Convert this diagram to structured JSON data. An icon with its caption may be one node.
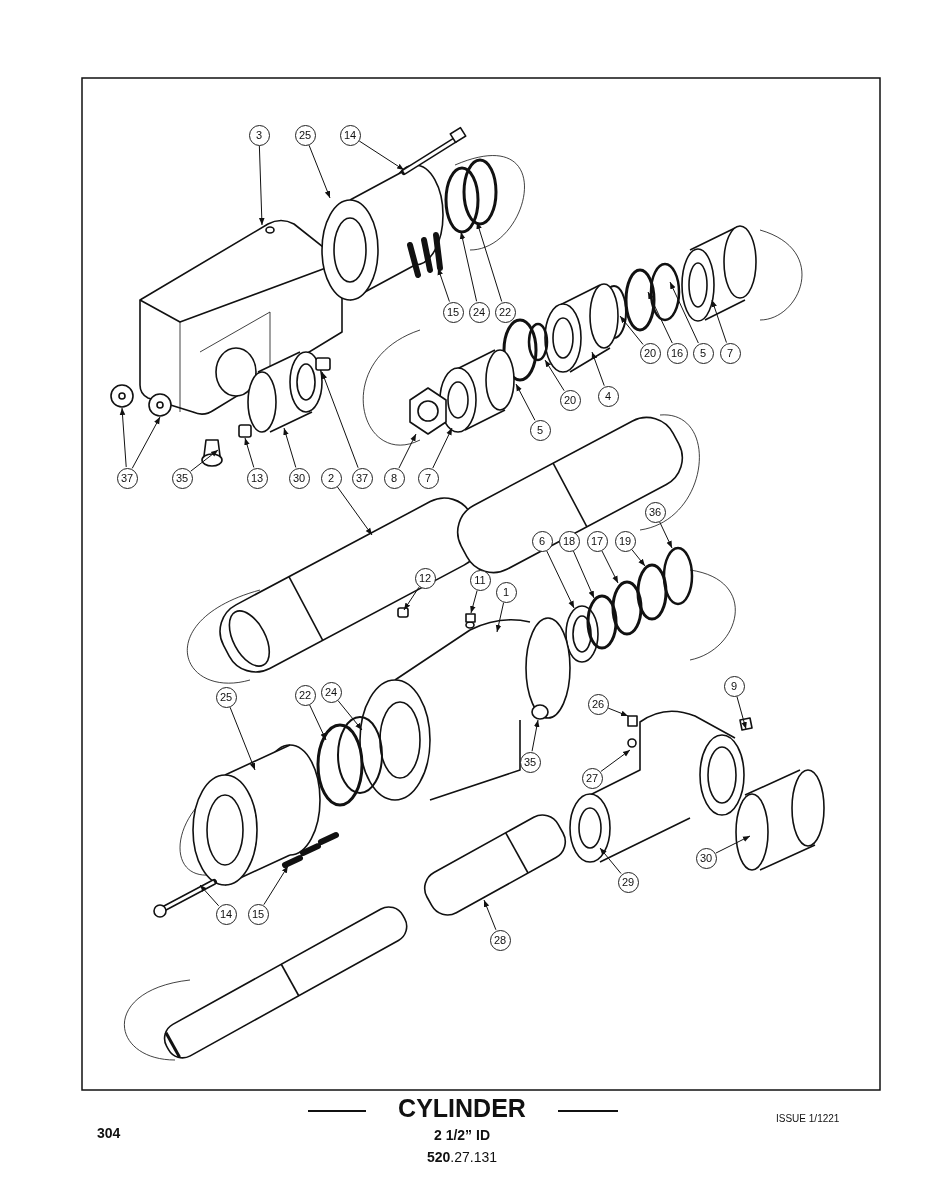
{
  "diagram": {
    "title": "CYLINDER",
    "nodes": [
      {
        "text": [
          "3"
        ]
      },
      {
        "text": [
          "25"
        ]
      },
      {
        "text": [
          "14"
        ]
      },
      {
        "text": [
          "15"
        ]
      },
      {
        "text": [
          "24"
        ]
      },
      {
        "text": [
          "22"
        ]
      },
      {
        "text": [
          "20"
        ]
      },
      {
        "text": [
          "16"
        ]
      },
      {
        "text": [
          "5"
        ]
      },
      {
        "text": [
          "7"
        ]
      },
      {
        "text": [
          "20"
        ]
      },
      {
        "text": [
          "4"
        ]
      },
      {
        "text": [
          "5"
        ]
      },
      {
        "text": [
          "37"
        ]
      },
      {
        "text": [
          "35"
        ]
      },
      {
        "text": [
          "13"
        ]
      },
      {
        "text": [
          "30"
        ]
      },
      {
        "text": [
          "2"
        ]
      },
      {
        "text": [
          "37"
        ]
      },
      {
        "text": [
          "8"
        ]
      },
      {
        "text": [
          "7"
        ]
      },
      {
        "text": [
          "36"
        ]
      },
      {
        "text": [
          "6"
        ]
      },
      {
        "text": [
          "18"
        ]
      },
      {
        "text": [
          "17"
        ]
      },
      {
        "text": [
          "19"
        ]
      },
      {
        "text": [
          "12"
        ]
      },
      {
        "text": [
          "11"
        ]
      },
      {
        "text": [
          "1"
        ]
      },
      {
        "text": [
          "25"
        ]
      },
      {
        "text": [
          "22"
        ]
      },
      {
        "text": [
          "24"
        ]
      },
      {
        "text": [
          "9"
        ]
      },
      {
        "text": [
          "26"
        ]
      },
      {
        "text": [
          "27"
        ]
      },
      {
        "text": [
          "35"
        ]
      },
      {
        "text": [
          "29"
        ]
      },
      {
        "text": [
          "30"
        ]
      },
      {
        "text": [
          "14"
        ]
      },
      {
        "text": [
          "15"
        ]
      },
      {
        "text": [
          "28"
        ]
      }
    ],
    "edges": [
      {
        "from": 0,
        "to": null,
        "arrow": "to"
      },
      {
        "from": 1,
        "to": null,
        "arrow": "to"
      },
      {
        "from": 2,
        "to": null,
        "arrow": "to"
      },
      {
        "from": 3,
        "to": null,
        "arrow": "to"
      },
      {
        "from": 4,
        "to": null,
        "arrow": "to"
      },
      {
        "from": 5,
        "to": null,
        "arrow": "to"
      },
      {
        "from": 6,
        "to": null,
        "arrow": "to"
      },
      {
        "from": 7,
        "to": null,
        "arrow": "to"
      },
      {
        "from": 8,
        "to": null,
        "arrow": "to"
      },
      {
        "from": 9,
        "to": null,
        "arrow": "to"
      },
      {
        "from": 10,
        "to": null,
        "arrow": "to"
      },
      {
        "from": 11,
        "to": null,
        "arrow": "to"
      },
      {
        "from": 12,
        "to": null,
        "arrow": "to"
      },
      {
        "from": 13,
        "to": null,
        "arrow": "to"
      },
      {
        "from": 13,
        "to": null,
        "arrow": "to"
      },
      {
        "from": 14,
        "to": null,
        "arrow": "to"
      },
      {
        "from": 15,
        "to": null,
        "arrow": "to"
      },
      {
        "from": 16,
        "to": null,
        "arrow": "to"
      },
      {
        "from": 17,
        "to": null,
        "arrow": "to"
      },
      {
        "from": 18,
        "to": null,
        "arrow": "to"
      },
      {
        "from": 19,
        "to": null,
        "arrow": "to"
      },
      {
        "from": 20,
        "to": null,
        "arrow": "to"
      },
      {
        "from": 21,
        "to": null,
        "arrow": "to"
      },
      {
        "from": 22,
        "to": null,
        "arrow": "to"
      },
      {
        "from": 23,
        "to": null,
        "arrow": "to"
      },
      {
        "from": 24,
        "to": null,
        "arrow": "to"
      },
      {
        "from": 25,
        "to": null,
        "arrow": "to"
      },
      {
        "from": 26,
        "to": null,
        "arrow": "to"
      },
      {
        "from": 27,
        "to": null,
        "arrow": "to"
      },
      {
        "from": 28,
        "to": null,
        "arrow": "to"
      },
      {
        "from": 29,
        "to": null,
        "arrow": "to"
      },
      {
        "from": 30,
        "to": null,
        "arrow": "to"
      },
      {
        "from": 31,
        "to": null,
        "arrow": "to"
      },
      {
        "from": 32,
        "to": null,
        "arrow": "to"
      },
      {
        "from": 33,
        "to": null,
        "arrow": "to"
      },
      {
        "from": 34,
        "to": null,
        "arrow": "to"
      },
      {
        "from": 35,
        "to": null,
        "arrow": "to"
      },
      {
        "from": 36,
        "to": null,
        "arrow": "to"
      },
      {
        "from": 37,
        "to": null,
        "arrow": "to"
      },
      {
        "from": 38,
        "to": null,
        "arrow": "to"
      },
      {
        "from": 39,
        "to": null,
        "arrow": "to"
      },
      {
        "from": 40,
        "to": null,
        "arrow": "to"
      }
    ],
    "labels": [
      "ISSUE 1/1221",
      "304",
      "2 1/2” ID",
      "**520**.27.131"
    ]
  }
}
